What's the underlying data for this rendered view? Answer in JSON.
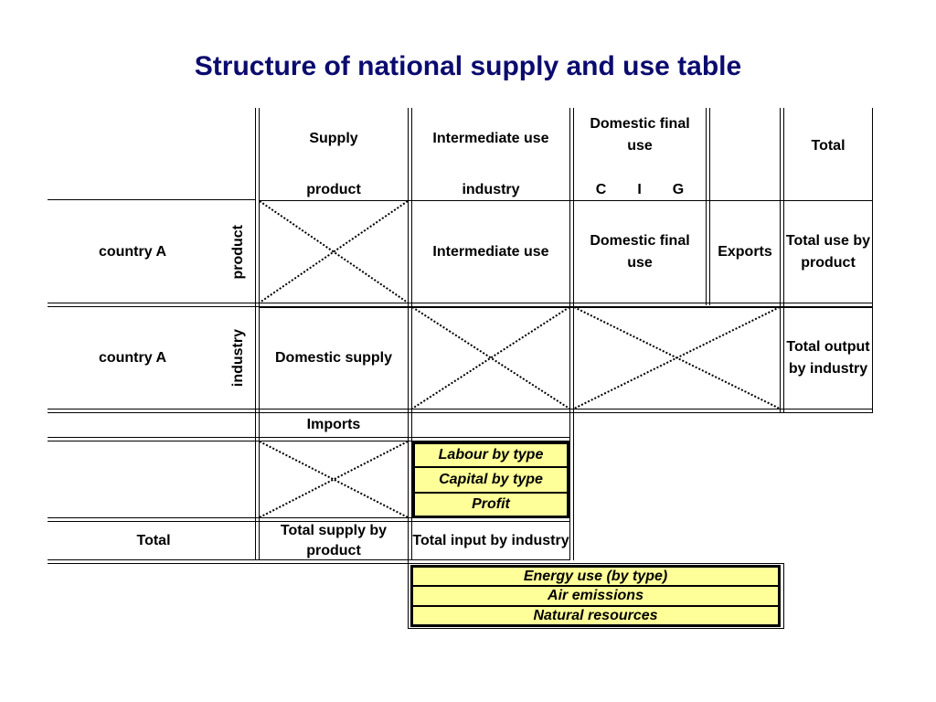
{
  "title": "Structure of national supply and use table",
  "header": {
    "supply": "Supply",
    "supply_sub": "product",
    "intermediate": "Intermediate use",
    "intermediate_sub": "industry",
    "domestic_final": "Domestic final use",
    "cig": [
      "C",
      "I",
      "G"
    ],
    "total": "Total"
  },
  "row_product": {
    "label": "country A",
    "rotated": "product",
    "intermediate": "Intermediate use",
    "domestic_final": "Domestic final use",
    "exports": "Exports",
    "total": "Total use by product"
  },
  "row_industry": {
    "label": "country A",
    "rotated": "industry",
    "supply": "Domestic supply",
    "total": "Total output by industry"
  },
  "imports": "Imports",
  "value_added": [
    "Labour by type",
    "Capital by type",
    "Profit"
  ],
  "row_total": {
    "label": "Total",
    "supply": "Total supply by product",
    "input": "Total input by industry"
  },
  "extensions": [
    "Energy use (by type)",
    "Air emissions",
    "Natural resources"
  ]
}
